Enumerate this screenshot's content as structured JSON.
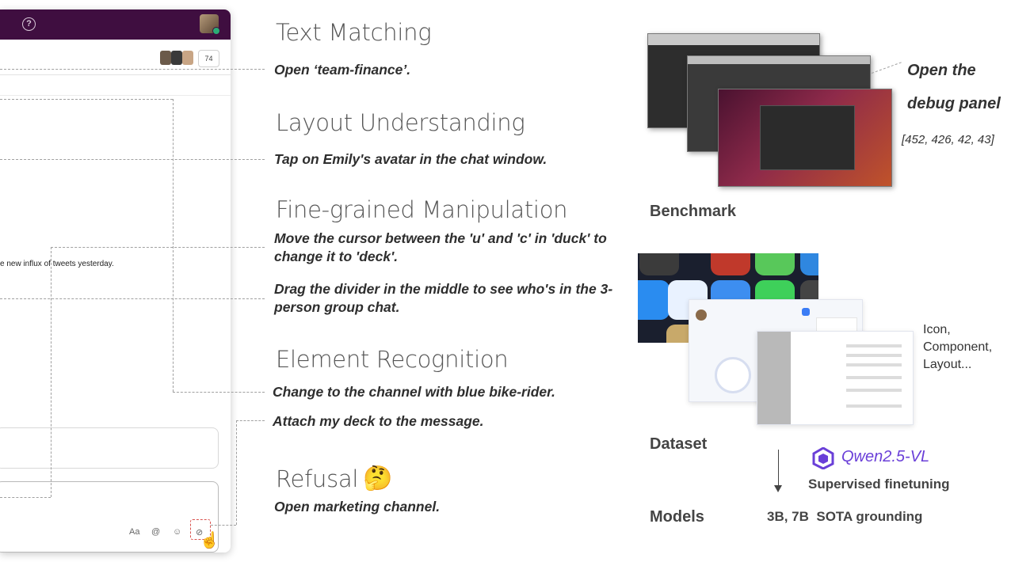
{
  "left_window": {
    "help_glyph": "?",
    "member_count": "74",
    "message_fragment": "e new influx of tweets yesterday.",
    "toolbar": {
      "format": "Aa",
      "mention": "@",
      "emoji": "☺",
      "attach": "⊘"
    },
    "hand_glyph": "☝"
  },
  "categories": [
    {
      "title": "Text Matching",
      "instructions": [
        "Open ‘team-finance’."
      ]
    },
    {
      "title": "Layout Understanding",
      "instructions": [
        "Tap on Emily's avatar in the chat window."
      ]
    },
    {
      "title": "Fine-grained Manipulation",
      "instructions": [
        "Move the cursor between the 'u' and 'c' in 'duck' to change it to 'deck'.",
        "Drag the divider in the middle to see who's in the 3-person group chat."
      ]
    },
    {
      "title": "Element Recognition",
      "instructions": [
        "Change to the channel with blue bike-rider.",
        "Attach my deck to the message."
      ]
    },
    {
      "title": "Refusal",
      "emoji": "🤔",
      "instructions": [
        "Open marketing channel."
      ]
    }
  ],
  "benchmark": {
    "label": "Benchmark",
    "annotation_line1": "Open the",
    "annotation_line2": "debug panel",
    "bbox_text": "[452, 426, 42, 43]"
  },
  "dataset": {
    "label": "Dataset",
    "side_label_lines": [
      "Icon,",
      "Component,",
      "Layout..."
    ]
  },
  "models": {
    "label": "Models",
    "model_name": "Qwen2.5-VL",
    "method": "Supervised finetuning",
    "result": "3B, 7B  SOTA grounding"
  },
  "colors": {
    "slack_topbar": "#3f0e40",
    "qwen_purple": "#6a3fd8",
    "attach_highlight": "#d9534f"
  }
}
